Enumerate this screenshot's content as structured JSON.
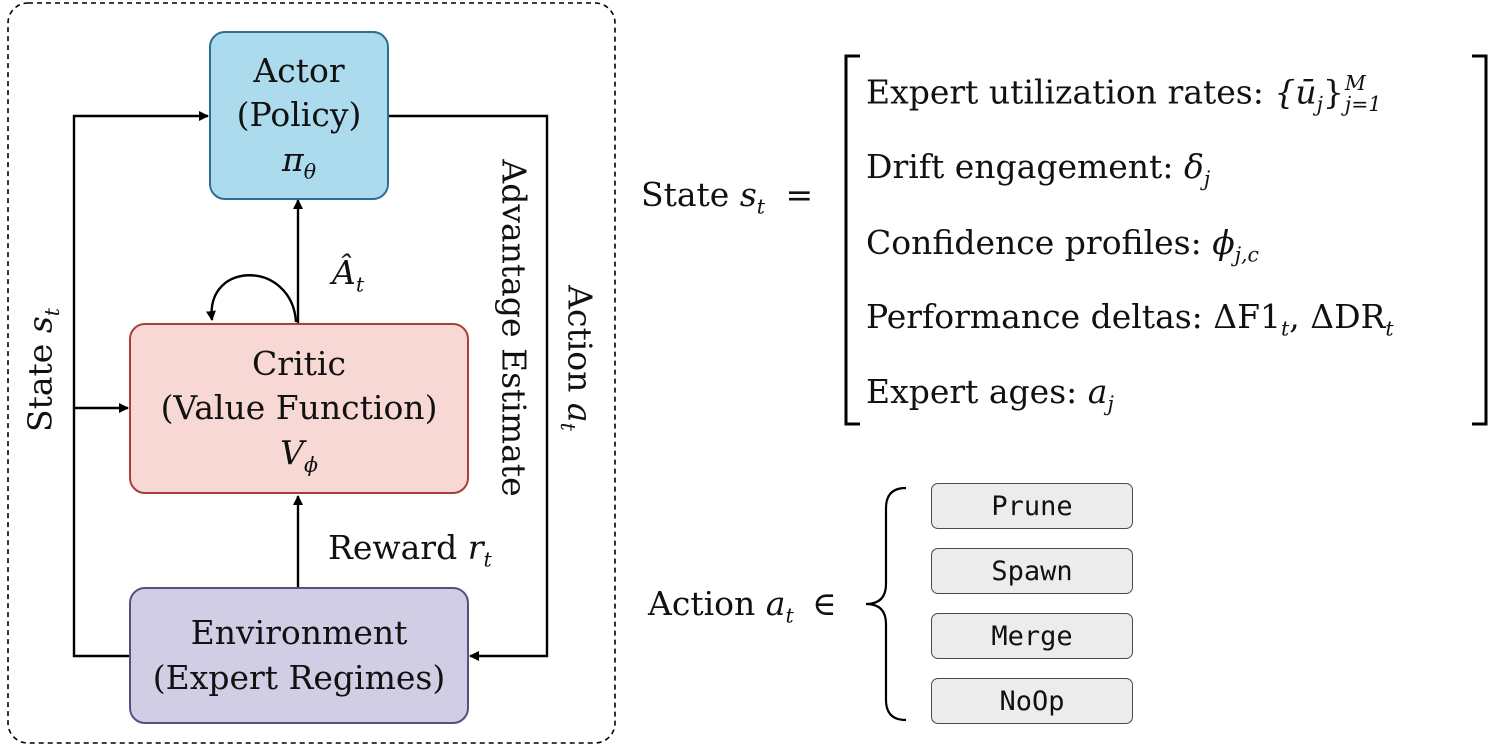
{
  "loop": {
    "actor": {
      "line1": "Actor",
      "line2": "(Policy)",
      "symbol": "π",
      "symbol_sub": "θ"
    },
    "critic": {
      "line1": "Critic",
      "line2": "(Value Function)",
      "symbol": "V",
      "symbol_sub": "ϕ"
    },
    "environment": {
      "line1": "Environment",
      "line2": "(Expert Regimes)"
    },
    "advantage_symbol": "Â",
    "advantage_sub": "t",
    "advantage_label": "Advantage Estimate",
    "reward_label": "Reward ",
    "reward_symbol": "r",
    "reward_sub": "t",
    "state_label": "State ",
    "state_symbol": "s",
    "state_sub": "t",
    "action_label": "Action ",
    "action_symbol": "a",
    "action_sub": "t"
  },
  "state_def": {
    "lhs_label": "State ",
    "lhs_symbol": "s",
    "lhs_sub": "t",
    "equals": "=",
    "items": [
      {
        "label": "Expert utilization rates: ",
        "math": "{ū",
        "math_sub": "j",
        "math_tail": "}",
        "math_sub2": "j=1",
        "math_sup2": "M"
      },
      {
        "label": "Drift engagement: ",
        "math": "δ",
        "math_sub": "j"
      },
      {
        "label": "Confidence profiles: ",
        "math": "ϕ",
        "math_sub": "j,c"
      },
      {
        "label": "Performance deltas: ",
        "part1": "ΔF1",
        "part1_sub": "t",
        "sep": ", ",
        "part2": "ΔDR",
        "part2_sub": "t"
      },
      {
        "label": "Expert ages: ",
        "math": "a",
        "math_sub": "j"
      }
    ]
  },
  "action_def": {
    "lhs_label": "Action ",
    "lhs_symbol": "a",
    "lhs_sub": "t",
    "in_symbol": "∈",
    "options": [
      "Prune",
      "Spawn",
      "Merge",
      "NoOp"
    ]
  },
  "colors": {
    "actor_fill": "#ADDBEE",
    "actor_border": "#2E6E93",
    "critic_fill": "#F8D8D5",
    "critic_border": "#A8403A",
    "env_fill": "#D1CDE4",
    "env_border": "#56507F",
    "button_fill": "#ECECEC"
  }
}
